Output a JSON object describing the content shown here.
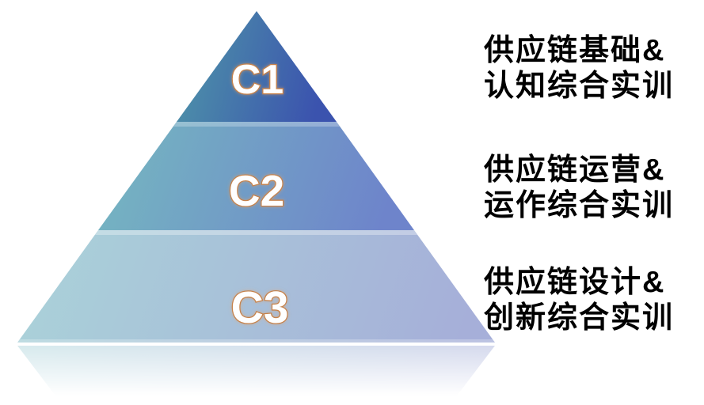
{
  "canvas": {
    "background": "#ffffff"
  },
  "diagram": {
    "type": "pyramid",
    "orientation": "apex-top",
    "id_text_fill": "#ffffff",
    "id_text_outline": "#c6824c",
    "description_text_color": "#000000",
    "levels": [
      {
        "id": "C1",
        "description_lines": [
          "供应链基础&",
          "认知综合实训"
        ],
        "face_color_left": "#4f98a8",
        "face_color_right": "#3b53ae"
      },
      {
        "id": "C2",
        "description_lines": [
          "供应链运营&",
          "运作综合实训"
        ],
        "face_color_left": "#75b8c0",
        "face_color_right": "#6e84cb"
      },
      {
        "id": "C3",
        "description_lines": [
          "供应链设计&",
          "创新综合实训"
        ],
        "face_color_left": "#aad3d9",
        "face_color_right": "#a6afd9"
      }
    ]
  }
}
